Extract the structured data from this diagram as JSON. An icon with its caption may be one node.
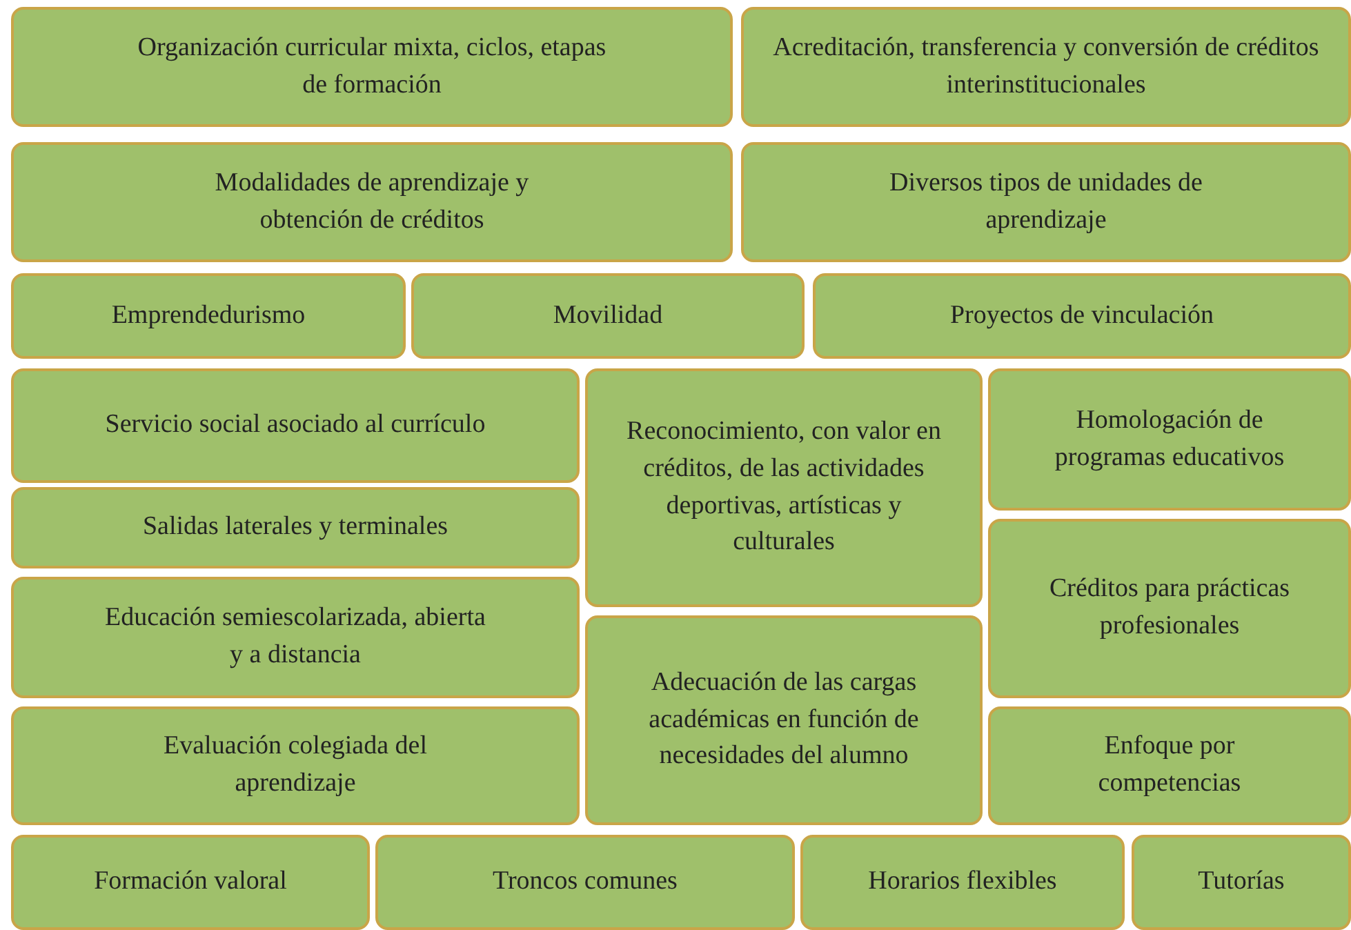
{
  "diagram": {
    "nodes": [
      {
        "text": [
          "Organización curricular mixta, ciclos, etapas de formación"
        ]
      },
      {
        "text": [
          "Acreditación, transferencia y conversión de créditos interinstitucionales"
        ]
      },
      {
        "text": [
          "Modalidades de aprendizaje y obtención de créditos"
        ]
      },
      {
        "text": [
          "Diversos tipos de unidades de aprendizaje"
        ]
      },
      {
        "text": [
          "Emprendedurismo"
        ]
      },
      {
        "text": [
          "Movilidad"
        ]
      },
      {
        "text": [
          "Proyectos de vinculación"
        ]
      },
      {
        "text": [
          "Servicio social asociado al currículo"
        ]
      },
      {
        "text": [
          "Reconocimiento, con valor en créditos, de las actividades deportivas, artísticas y culturales"
        ]
      },
      {
        "text": [
          "Homologación de programas educativos"
        ]
      },
      {
        "text": [
          "Salidas laterales y terminales"
        ]
      },
      {
        "text": [
          "Créditos para prácticas profesionales"
        ]
      },
      {
        "text": [
          "Educación semiescolarizada, abierta y a distancia"
        ]
      },
      {
        "text": [
          "Adecuación de las cargas académicas en función de necesidades del alumno"
        ]
      },
      {
        "text": [
          "Evaluación colegiada del aprendizaje"
        ]
      },
      {
        "text": [
          "Enfoque por competencias"
        ]
      },
      {
        "text": [
          "Formación valoral"
        ]
      },
      {
        "text": [
          "Troncos comunes"
        ]
      },
      {
        "text": [
          "Horarios flexibles"
        ]
      },
      {
        "text": [
          "Tutorías"
        ]
      }
    ]
  }
}
